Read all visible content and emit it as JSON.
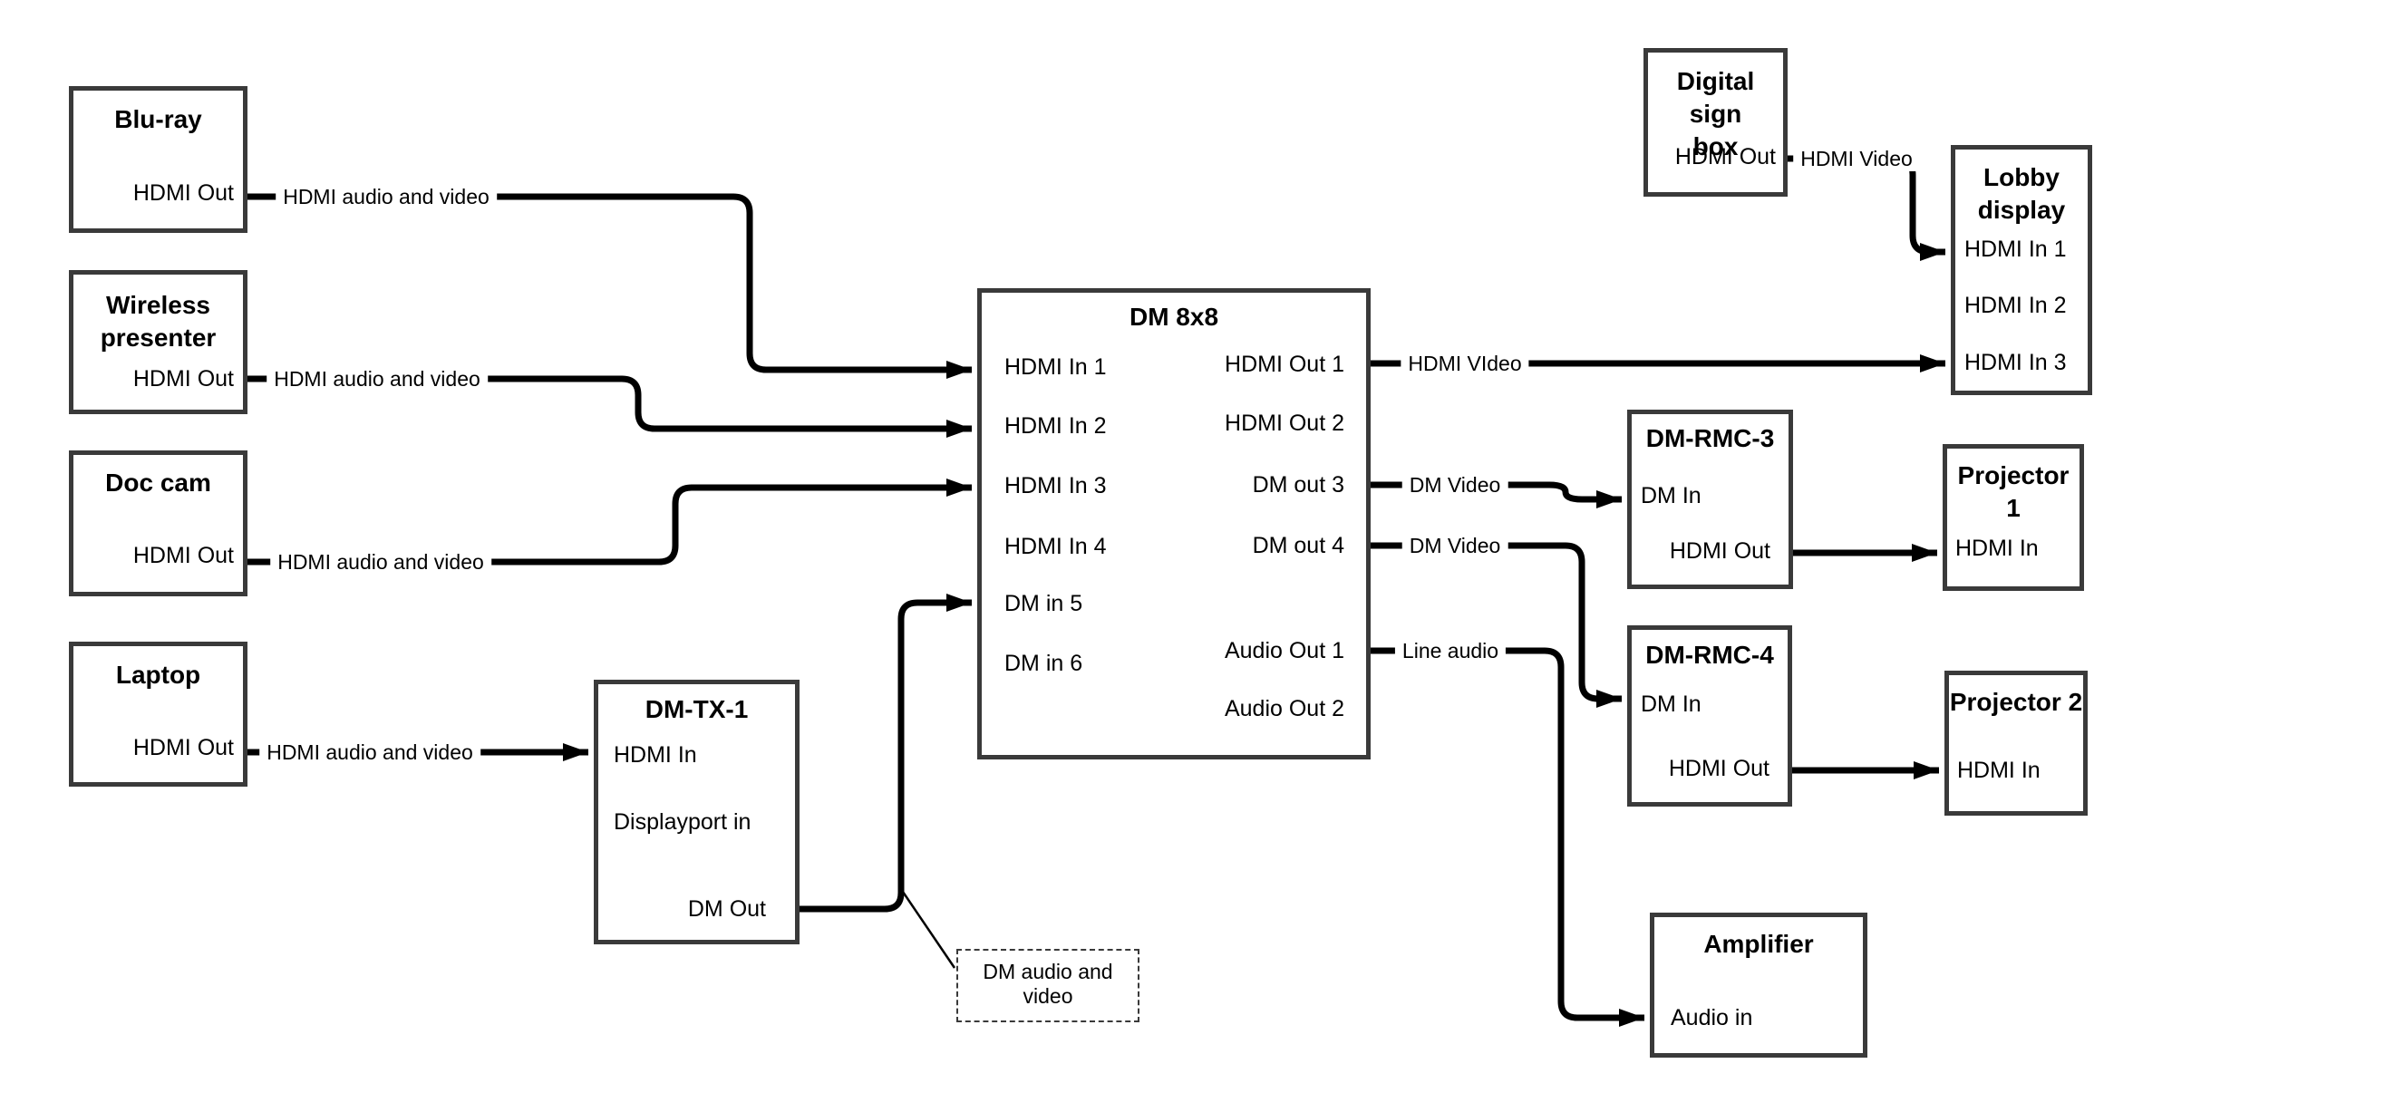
{
  "diagram": {
    "background_color": "#ffffff",
    "line_color": "#000000",
    "box_border_color": "#3a3a3a"
  },
  "nodes": {
    "bluray": {
      "title": "Blu-ray",
      "ports": [
        "HDMI Out"
      ]
    },
    "wireless": {
      "title": "Wireless\npresenter",
      "ports": [
        "HDMI Out"
      ]
    },
    "doccam": {
      "title": "Doc cam",
      "ports": [
        "HDMI Out"
      ]
    },
    "laptop": {
      "title": "Laptop",
      "ports": [
        "HDMI Out"
      ]
    },
    "dmtx1": {
      "title": "DM-TX-1",
      "ports": [
        "HDMI In",
        "Displayport in",
        "DM Out"
      ]
    },
    "dm8x8": {
      "title": "DM 8x8",
      "left": [
        "HDMI In 1",
        "HDMI In 2",
        "HDMI In 3",
        "HDMI In 4",
        "DM in 5",
        "DM in 6"
      ],
      "right": [
        "HDMI Out 1",
        "HDMI Out 2",
        "DM out 3",
        "DM out 4",
        "Audio Out 1",
        "Audio Out 2"
      ]
    },
    "digisign": {
      "title": "Digital sign\nbox",
      "ports": [
        "HDMI Out"
      ]
    },
    "lobby": {
      "title": "Lobby\ndisplay",
      "ports": [
        "HDMI In 1",
        "HDMI In 2",
        "HDMI In 3"
      ]
    },
    "dmrmc3": {
      "title": "DM-RMC-3",
      "ports": [
        "DM In",
        "HDMI Out"
      ]
    },
    "proj1": {
      "title": "Projector 1",
      "ports": [
        "HDMI In"
      ]
    },
    "dmrmc4": {
      "title": "DM-RMC-4",
      "ports": [
        "DM In",
        "HDMI Out"
      ]
    },
    "proj2": {
      "title": "Projector 2",
      "ports": [
        "HDMI In"
      ]
    },
    "amp": {
      "title": "Amplifier",
      "ports": [
        "Audio in"
      ]
    }
  },
  "edges": {
    "bluray_to_dm8x8": {
      "label": "HDMI audio and video"
    },
    "wireless_to_dm8x8": {
      "label": "HDMI audio and video"
    },
    "doccam_to_dm8x8": {
      "label": "HDMI audio and video"
    },
    "laptop_to_dmtx1": {
      "label": "HDMI audio and video"
    },
    "dm8x8_to_lobby": {
      "label": "HDMI VIdeo"
    },
    "dm8x8_to_dmrmc3": {
      "label": "DM Video"
    },
    "dm8x8_to_dmrmc4": {
      "label": "DM Video"
    },
    "dm8x8_to_amp": {
      "label": "Line audio"
    },
    "digisign_to_lobby": {
      "label": "HDMI Video"
    }
  },
  "note": {
    "text": "DM audio and video"
  }
}
